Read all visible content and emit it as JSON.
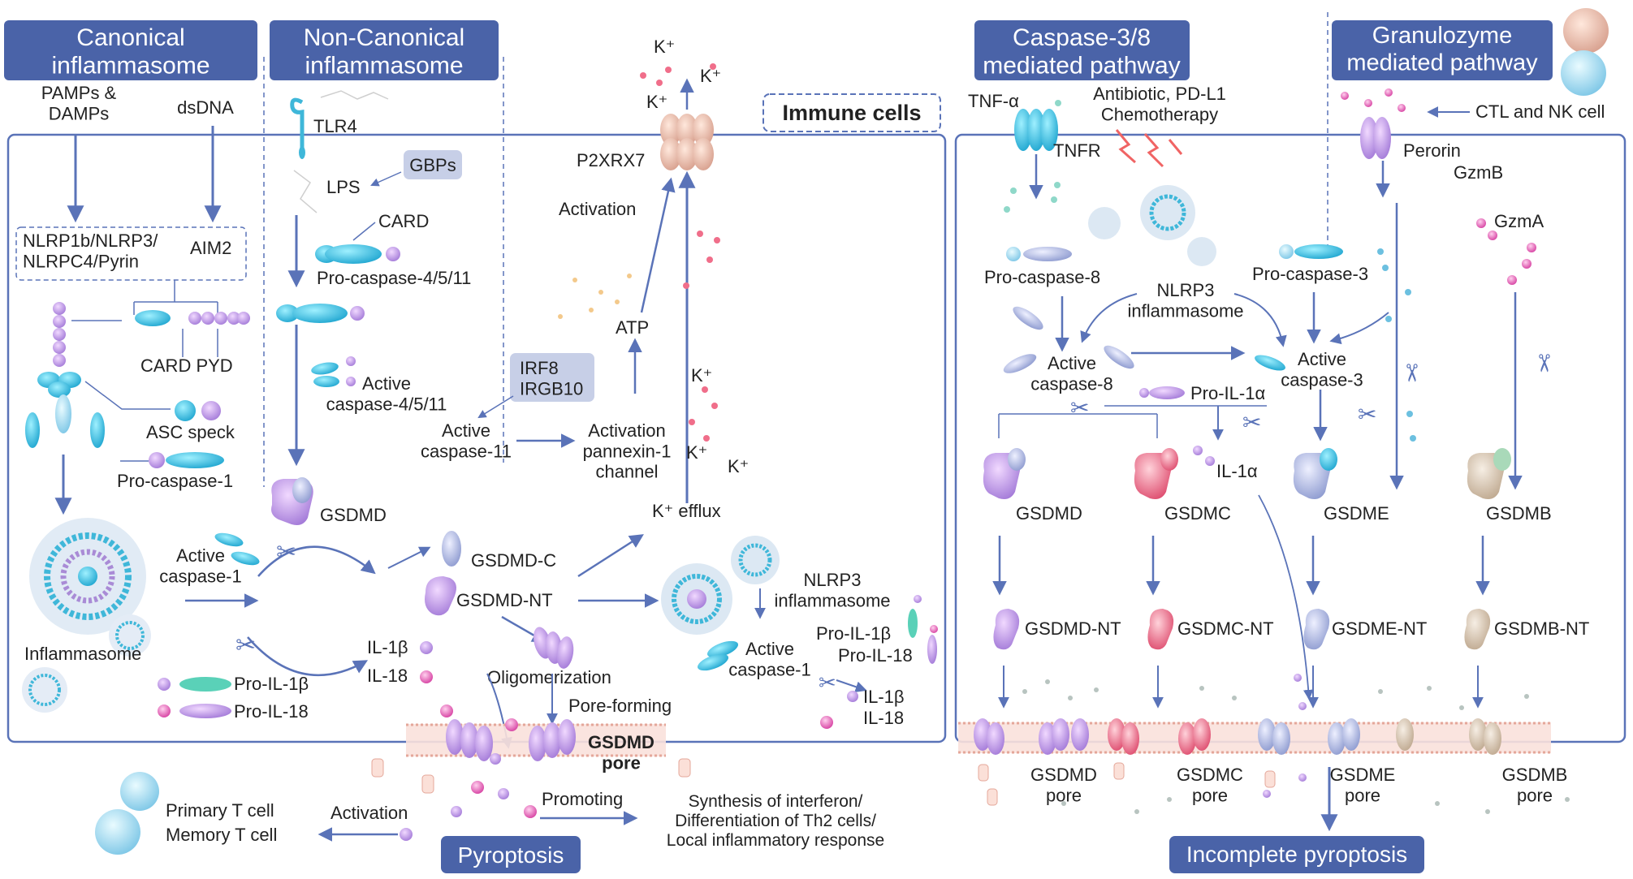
{
  "colors": {
    "header_bg": "#4a63a8",
    "header_text": "#ffffff",
    "frame": "#5a73b8",
    "arrow": "#5a73b8",
    "cyan_protein": "#3fb7d9",
    "purple_protein": "#a98bd6",
    "pink_dot": "#e0399f",
    "red_gsdmc": "#e05a7a",
    "gray_gsdme": "#9aa6cf",
    "beige_gsdmb": "#c9b9a8"
  },
  "headers": {
    "canonical": "Canonical\ninflammasome",
    "noncanonical": "Non-Canonical\ninflammasome",
    "casp38": "Caspase-3/8\nmediated pathway",
    "granzyme": "Granulozyme\nmediated pathway"
  },
  "immune_cells": "Immune cells",
  "left": {
    "pamps": "PAMPs &\nDAMPs",
    "dsdna": "dsDNA",
    "sensors": "NLRP1b/NLRP3/\nNLRPC4/Pyrin",
    "aim2": "AIM2",
    "card_pyd": "CARD  PYD",
    "asc_speck": "ASC speck",
    "pro_casp1": "Pro-caspase-1",
    "inflammasome": "Inflammasome",
    "active_casp1": "Active\ncaspase-1",
    "pro_il1b": "Pro-IL-1β",
    "pro_il18": "Pro-IL-18",
    "il1b": "IL-1β",
    "il18": "IL-18",
    "tlr4": "TLR4",
    "lps": "LPS",
    "gbps": "GBPs",
    "card": "CARD",
    "pro_casp4511": "Pro-caspase-4/5/11",
    "active_casp4511": "Active\ncaspase-4/5/11",
    "irf8": "IRF8\nIRGB10",
    "active_casp11": "Active\ncaspase-11",
    "pannexin": "Activation\npannexin-1\nchannel",
    "atp": "ATP",
    "activation": "Activation",
    "p2x7": "P2XRX7",
    "gsdmd": "GSDMD",
    "gsdmd_c": "GSDMD-C",
    "gsdmd_nt": "GSDMD-NT",
    "k_efflux": "K⁺ efflux",
    "nlrp3": "NLRP3\ninflammasome",
    "active_casp1_b": "Active\ncaspase-1",
    "pro_il1b_b": "Pro-IL-1β",
    "pro_il18_b": "Pro-IL-18",
    "il1b_b": "IL-1β",
    "il18_b": "IL-18",
    "oligomerization": "Oligomerization",
    "pore_forming": "Pore-forming",
    "gsdmd_pore": "GSDMD\npore",
    "primary_t": "Primary T cell",
    "memory_t": "Memory T cell",
    "activation_b": "Activation",
    "promoting": "Promoting",
    "synthesis": "Synthesis of interferon/\nDifferentiation of Th2 cells/\nLocal inflammatory response",
    "pyroptosis": "Pyroptosis",
    "k_ions": [
      "K⁺",
      "K⁺",
      "K⁺",
      "K⁺",
      "K⁺",
      "K⁺"
    ]
  },
  "right": {
    "tnfa": "TNF-α",
    "tnfr": "TNFR",
    "antibiotic": "Antibiotic, PD-L1\nChemotherapy",
    "ctl_nk": "CTL and NK cell",
    "perorin": "Perorin",
    "gzmb": "GzmB",
    "gzma": "GzmA",
    "pro_casp8": "Pro-caspase-8",
    "pro_casp3": "Pro-caspase-3",
    "nlrp3": "NLRP3\ninflammasome",
    "active_casp8": "Active\ncaspase-8",
    "active_casp3": "Active\ncaspase-3",
    "pro_il1a": "Pro-IL-1α",
    "il1a": "IL-1α",
    "gsdmd": "GSDMD",
    "gsdmc": "GSDMC",
    "gsdme": "GSDME",
    "gsdmb": "GSDMB",
    "gsdmd_nt": "GSDMD-NT",
    "gsdmc_nt": "GSDMC-NT",
    "gsdme_nt": "GSDME-NT",
    "gsdmb_nt": "GSDMB-NT",
    "gsdmd_pore": "GSDMD\npore",
    "gsdmc_pore": "GSDMC\npore",
    "gsdme_pore": "GSDME\npore",
    "gsdmb_pore": "GSDMB\npore",
    "incomplete": "Incomplete pyroptosis"
  }
}
